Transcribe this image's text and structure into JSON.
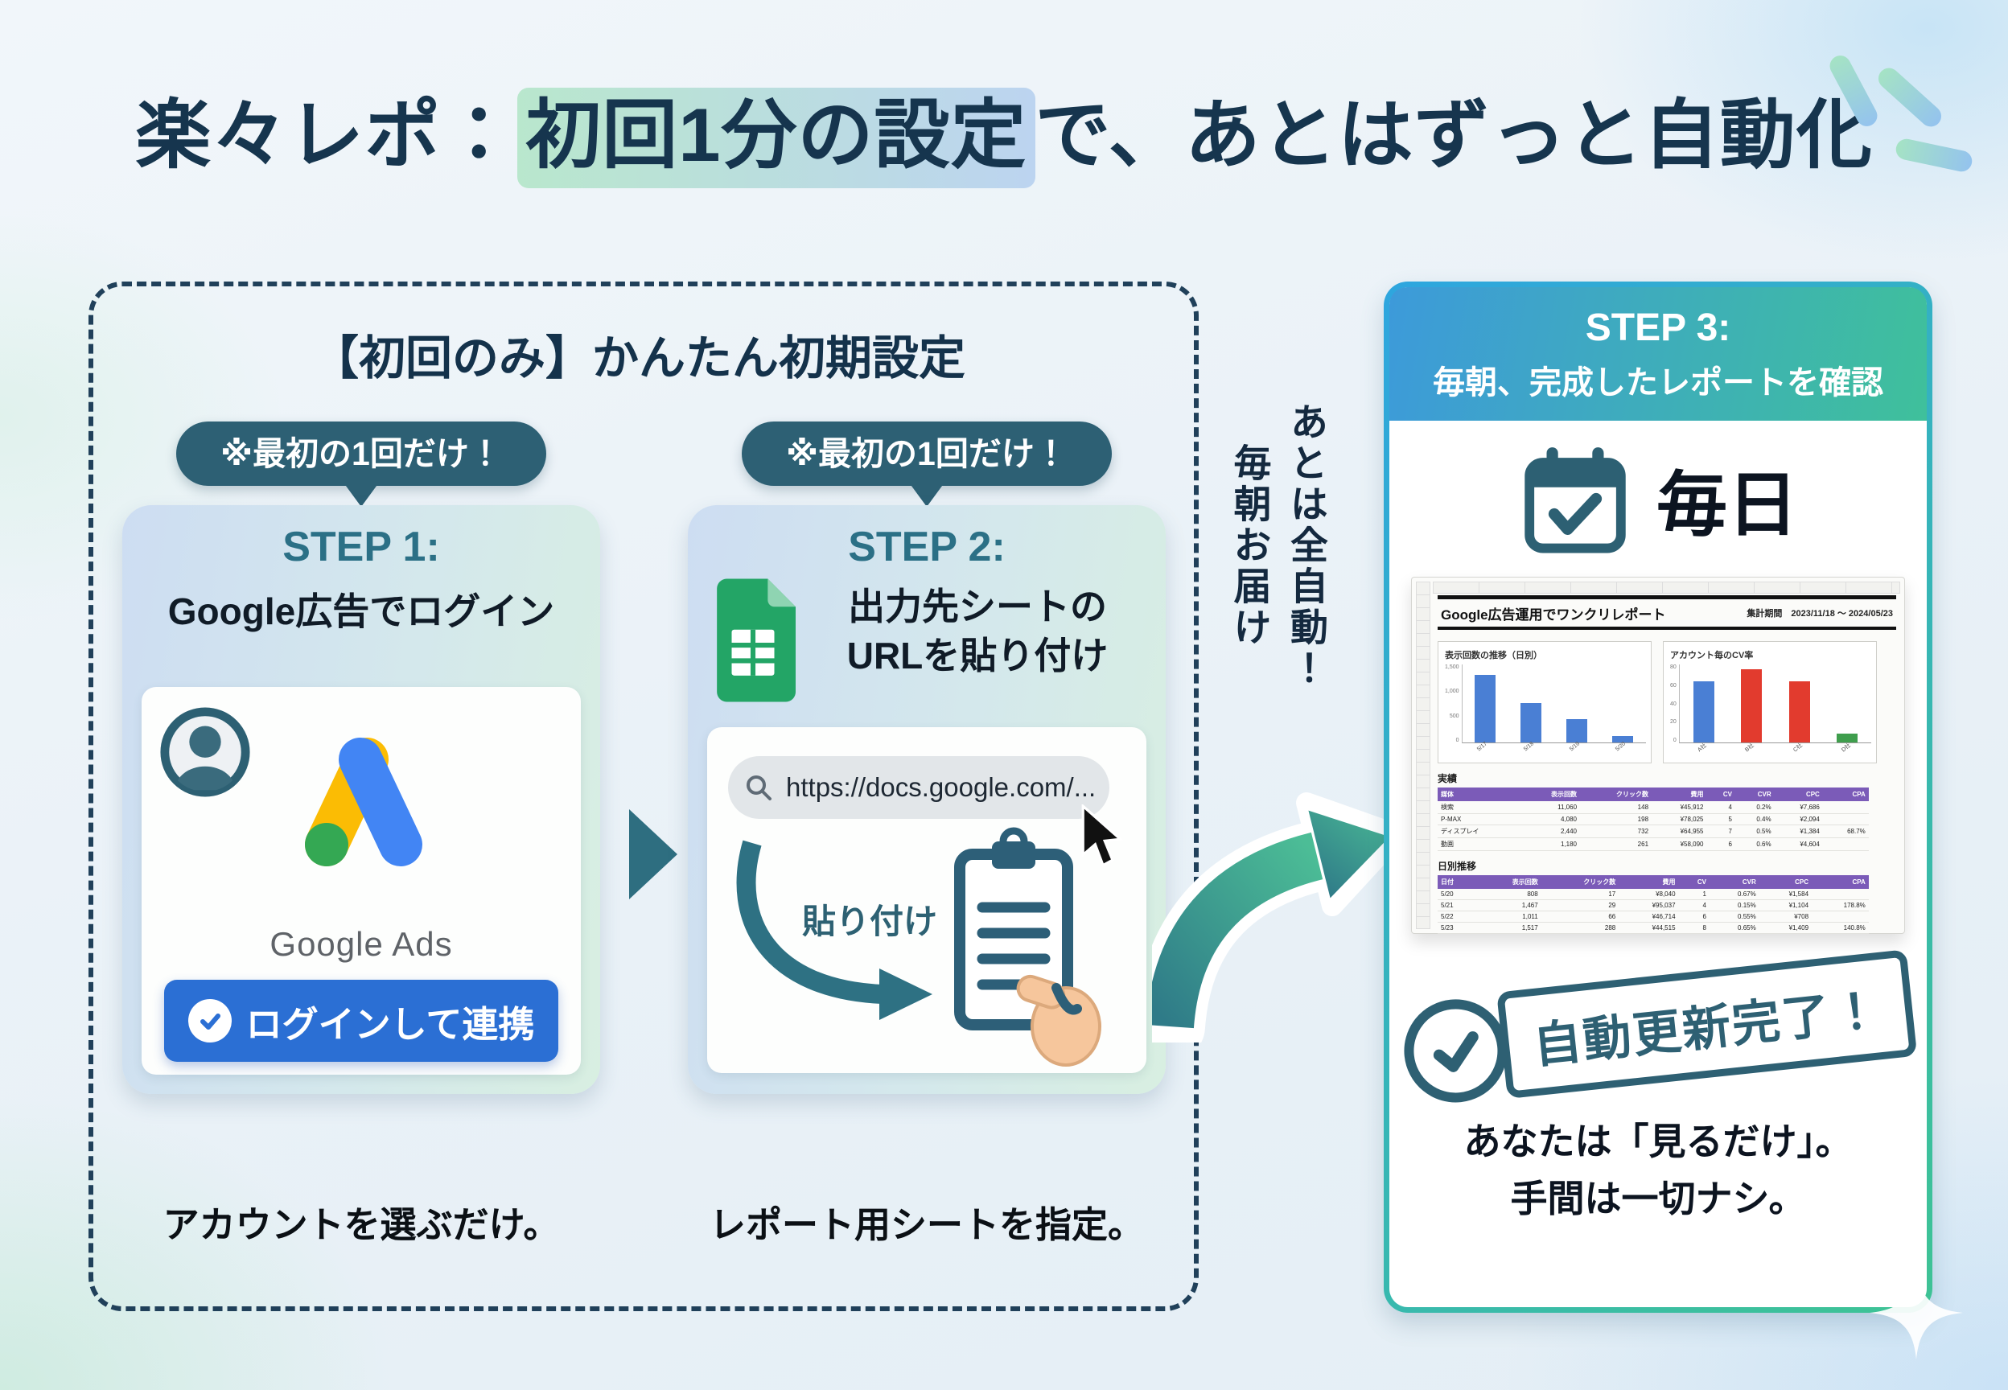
{
  "header": {
    "title_prefix": "楽々レポ：",
    "title_highlight": "初回1分の設定",
    "title_suffix": "で、あとはずっと自動化"
  },
  "setup_box": {
    "title": "【初回のみ】かんたん初期設定",
    "step1": {
      "badge": "※最初の1回だけ！",
      "step_label": "STEP 1:",
      "heading": "Google広告でログイン",
      "logo_text": "Google Ads",
      "button_label": "ログインして連携",
      "caption": "アカウントを選ぶだけ。"
    },
    "step2": {
      "badge": "※最初の1回だけ！",
      "step_label": "STEP 2:",
      "heading_line1": "出力先シートの",
      "heading_line2": "URLを貼り付け",
      "url_text": "https://docs.google.com/...",
      "paste_label": "貼り付け",
      "caption": "レポート用シートを指定。"
    }
  },
  "between_note": "あとは全自動！\n　毎朝お届け",
  "step3": {
    "step_label": "STEP 3:",
    "heading": "毎朝、完成したレポートを確認",
    "daily_label": "毎日",
    "sheet": {
      "title": "Google広告運用でワンクリレポート",
      "period": "集計期間　2023/11/18 〜 2024/05/23",
      "charts": [
        {
          "type": "bar",
          "title": "表示回数の推移（日別）",
          "y_ticks": [
            "1,500",
            "1,000",
            "500",
            "0"
          ],
          "ymax": 1500,
          "x_labels": [
            "5/17",
            "5/18",
            "5/19",
            "5/20"
          ],
          "bars": [
            {
              "value": 1300,
              "color": "#4a7fd4"
            },
            {
              "value": 760,
              "color": "#4a7fd4"
            },
            {
              "value": 450,
              "color": "#4a7fd4"
            },
            {
              "value": 120,
              "color": "#4a7fd4"
            }
          ]
        },
        {
          "type": "bar",
          "title": "アカウント毎のCV率",
          "y_ticks": [
            "80",
            "60",
            "40",
            "20",
            "0"
          ],
          "ymax": 90,
          "x_labels": [
            "A社",
            "B社",
            "C社",
            "D社"
          ],
          "bars": [
            {
              "value": 70,
              "color": "#4a7fd4"
            },
            {
              "value": 85,
              "color": "#e23b2e"
            },
            {
              "value": 70,
              "color": "#e23b2e"
            },
            {
              "value": 10,
              "color": "#3f9e4d"
            }
          ]
        }
      ],
      "tables": [
        {
          "section": "実績",
          "header_color": "#7b5bb8",
          "headers": [
            "媒体",
            "表示回数",
            "クリック数",
            "費用",
            "CV",
            "CVR",
            "CPC",
            "CPA"
          ],
          "rows": [
            [
              "検索",
              "11,060",
              "148",
              "¥45,912",
              "4",
              "0.2%",
              "¥7,686",
              ""
            ],
            [
              "P-MAX",
              "4,080",
              "198",
              "¥78,025",
              "5",
              "0.4%",
              "¥2,094",
              ""
            ],
            [
              "ディスプレイ",
              "2,440",
              "732",
              "¥64,955",
              "7",
              "0.5%",
              "¥1,384",
              "68.7%"
            ],
            [
              "動画",
              "1,180",
              "261",
              "¥58,090",
              "6",
              "0.6%",
              "¥4,604",
              ""
            ]
          ]
        },
        {
          "section": "日別推移",
          "header_color": "#7b5bb8",
          "headers": [
            "日付",
            "表示回数",
            "クリック数",
            "費用",
            "CV",
            "CVR",
            "CPC",
            "CPA"
          ],
          "rows": [
            [
              "5/20",
              "808",
              "17",
              "¥8,040",
              "1",
              "0.67%",
              "¥1,584",
              ""
            ],
            [
              "5/21",
              "1,467",
              "29",
              "¥95,037",
              "4",
              "0.15%",
              "¥1,104",
              "178.8%"
            ],
            [
              "5/22",
              "1,011",
              "66",
              "¥46,714",
              "6",
              "0.55%",
              "¥708",
              ""
            ],
            [
              "5/23",
              "1,517",
              "288",
              "¥44,515",
              "8",
              "0.65%",
              "¥1,409",
              "140.8%"
            ]
          ]
        }
      ]
    },
    "stamp": "自動更新完了！",
    "closing": "あなたは「見るだけ」。\n手間は一切ナシ。"
  },
  "colors": {
    "title_navy": "#16354e",
    "badge_teal": "#2d6074",
    "step_teal": "#2b7086",
    "button_blue": "#2b6fd4",
    "google_blue": "#4285F4",
    "google_yellow": "#FBBC04",
    "google_green": "#34A853",
    "sheets_green": "#23a566",
    "panel_gradient_start": "#3d9ada",
    "panel_gradient_end": "#3fc09b",
    "table_header_purple": "#7b5bb8",
    "stamp_teal": "#2e6073"
  }
}
